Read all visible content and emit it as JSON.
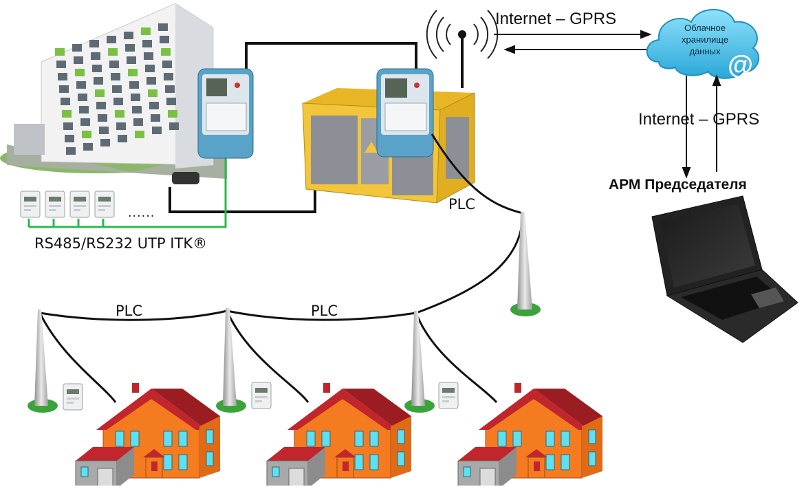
{
  "labels": {
    "gprs_top": "Internet – GPRS",
    "gprs_right": "Internet – GPRS",
    "plc_substation": "PLC",
    "plc_left": "PLC",
    "plc_mid": "PLC",
    "rs_bus": "RS485/RS232 UTP ITK®",
    "arm": "АРМ Председателя",
    "meter_dots": "......"
  },
  "cloud": {
    "line1": "Облачное",
    "line2": "хранилище",
    "line3": "данных",
    "symbol": "@"
  },
  "colors": {
    "cable_dark": "#111111",
    "cable_green": "#2db84d",
    "substation_yellow": "#f2c53a",
    "house_orange": "#f47b20",
    "roof_red": "#c0262b",
    "cloud_blue": "#4fc3e8",
    "meter_blue": "#5aa3c8"
  }
}
